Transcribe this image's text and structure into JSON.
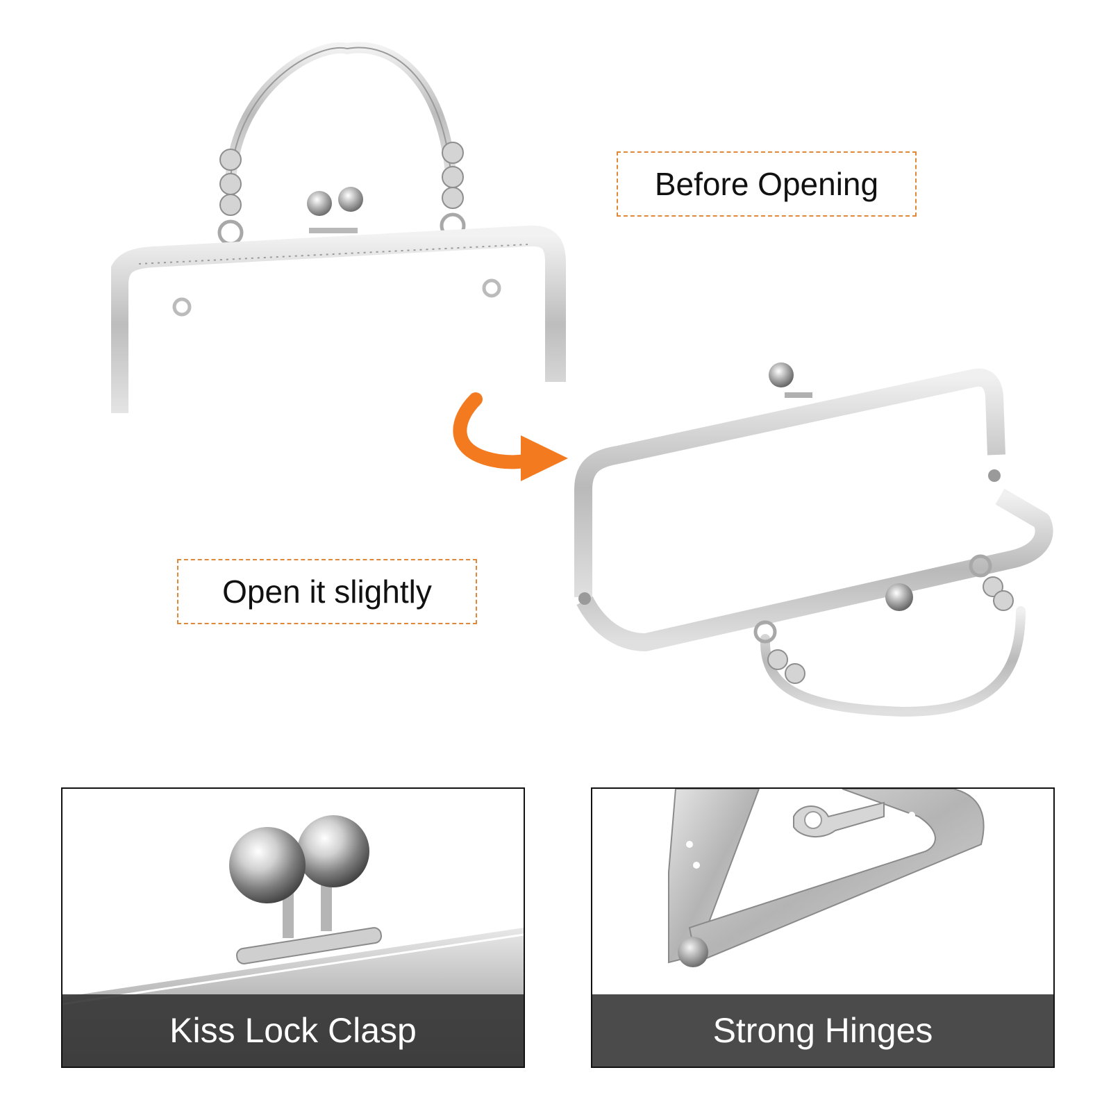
{
  "labels": {
    "before_opening": "Before Opening",
    "open_slightly": "Open it slightly"
  },
  "panels": {
    "left_caption": "Kiss Lock Clasp",
    "right_caption": "Strong Hinges"
  },
  "colors": {
    "arrow": "#f47a1f",
    "dashed_border": "#e0883a",
    "caption_bar": "#4b4b4b",
    "metal": "#c9c9c9"
  },
  "icons": {
    "arrow": "curved-arrow-icon"
  }
}
